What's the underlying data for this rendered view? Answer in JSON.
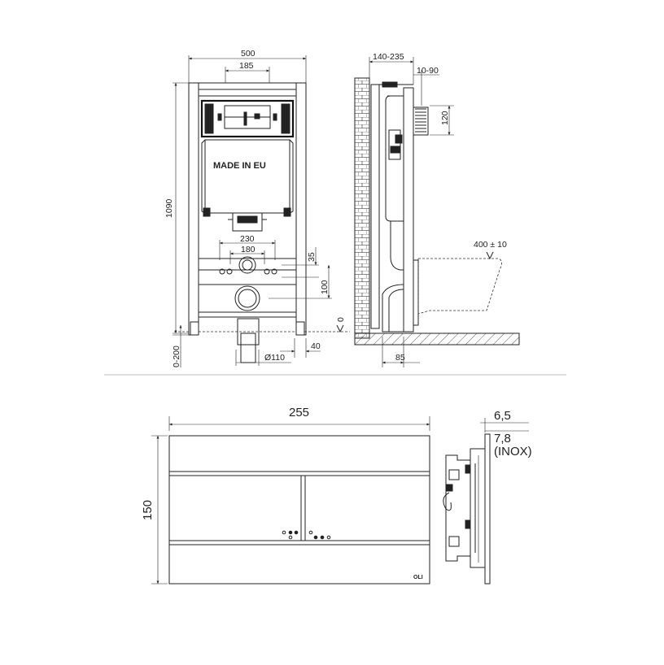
{
  "front_view": {
    "dim_width_total": "500",
    "dim_width_inner": "185",
    "dim_height": "1090",
    "label": "MADE IN EU",
    "dim_outlet_width": "230",
    "dim_outlet_inner": "180",
    "dim_35": "35",
    "dim_100": "100",
    "dim_0": "0",
    "dim_adjust": "0-200",
    "dim_40": "40",
    "dim_pipe": "Ø110"
  },
  "side_view": {
    "dim_depth": "140-235",
    "dim_10_90": "10-90",
    "dim_120": "120",
    "dim_bowl_height": "400 ± 10",
    "dim_85": "85"
  },
  "plate_front": {
    "dim_width": "255",
    "dim_height": "150",
    "brand": "OLI"
  },
  "plate_side": {
    "dim_thickness": "6,5",
    "dim_inox": "7,8",
    "dim_inox_note": "(INOX)"
  }
}
